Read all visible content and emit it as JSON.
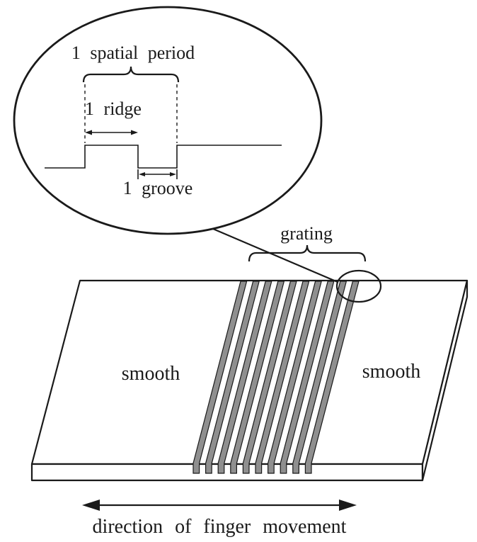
{
  "figure": {
    "type": "tactile-grating-diagram"
  },
  "inset": {
    "spatial_period_label": "1 spatial period",
    "ridge_label": "1 ridge",
    "groove_label": "1 groove"
  },
  "plate": {
    "grating_label": "grating",
    "smooth_label": "smooth",
    "ridge_count": 10
  },
  "footer": {
    "direction_label": "direction of finger movement"
  },
  "colors": {
    "ink": "#1a1a1a",
    "stripe_fill": "#8f8f8f",
    "background": "#ffffff"
  }
}
